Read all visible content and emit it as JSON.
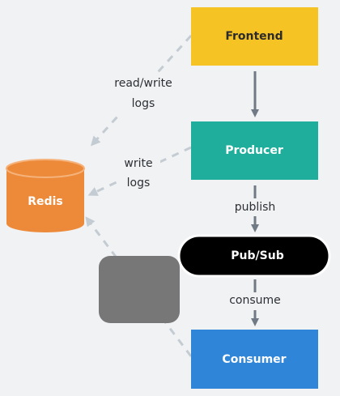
{
  "nodes": {
    "frontend": {
      "label": "Frontend",
      "fill": "#f6c324",
      "text_color": "#2b2b2b"
    },
    "producer": {
      "label": "Producer",
      "fill": "#1fae9c",
      "text_color": "#ffffff"
    },
    "pubsub": {
      "label": "Pub/Sub",
      "fill": "#000000",
      "text_color": "#ffffff"
    },
    "consumer": {
      "label": "Consumer",
      "fill": "#2f86d9",
      "text_color": "#ffffff"
    },
    "redis": {
      "label": "Redis",
      "fill": "#ec8a3a",
      "text_color": "#ffffff"
    },
    "occluder": {
      "fill": "#777777"
    }
  },
  "edges": {
    "frontend_redis": {
      "line1": "read/write",
      "line2": "logs"
    },
    "producer_redis": {
      "line1": "write",
      "line2": "logs"
    },
    "producer_pubsub": {
      "label": "publish"
    },
    "pubsub_consumer": {
      "label": "consume"
    }
  },
  "colors": {
    "background": "#f1f2f4",
    "dashed_edge": "#c4ccd3",
    "solid_edge": "#6f7a84"
  }
}
